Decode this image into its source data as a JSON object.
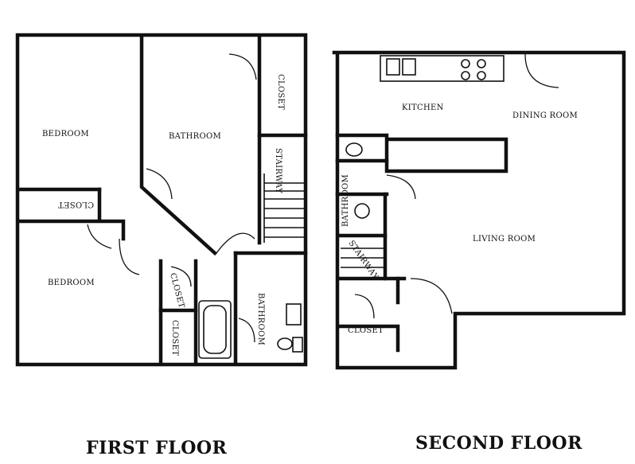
{
  "first_floor": {
    "title": "FIRST FLOOR",
    "rooms": {
      "bedroom_upper": "BEDROOM",
      "bathroom": "BATHROOM",
      "closet_top": "CLOSET",
      "stairway": "STAIRWAY",
      "closet_hall": "CLOSET",
      "bedroom_lower": "BEDROOM",
      "closet_small": "CLOSET",
      "closet_bottom": "CLOSET",
      "bathroom_lower": "BATHROOM"
    }
  },
  "second_floor": {
    "title": "SECOND FLOOR",
    "rooms": {
      "kitchen": "KITCHEN",
      "dining_room": "DINING ROOM",
      "bathroom": "BATHROOM",
      "living_room": "LIVING ROOM",
      "stairway": "STAIRWAY",
      "closet": "CLOSET"
    }
  }
}
